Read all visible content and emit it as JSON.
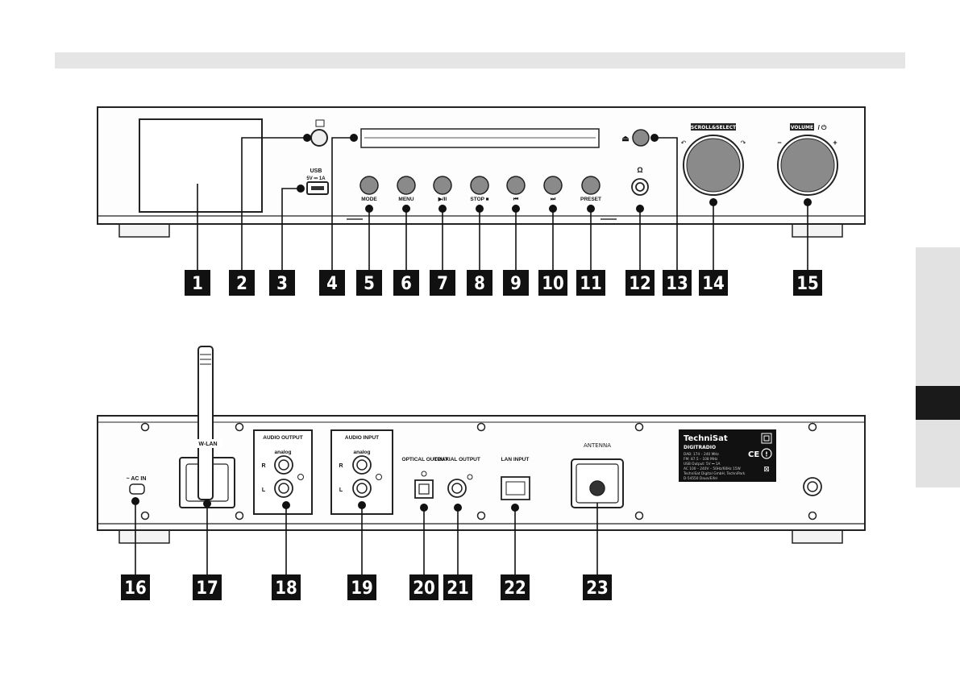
{
  "front_labels": {
    "usb": "USB",
    "usb_rating": "5V ⎓ 1A",
    "mode": "MODE",
    "menu": "MENU",
    "play_pause": "▶/II",
    "stop": "STOP ■",
    "prev": "⏮",
    "next": "⏭",
    "preset": "PRESET",
    "scroll_select": "SCROLL&SELECT",
    "volume": "VOLUME",
    "power_symbol": "/ ⏻",
    "vol_minus": "−",
    "vol_plus": "+",
    "headphone_symbol": "Ω",
    "eject_symbol": "⏏"
  },
  "back_labels": {
    "ac_in": "~ AC IN",
    "wlan": "W-LAN",
    "audio_output": "AUDIO OUTPUT",
    "audio_input": "AUDIO INPUT",
    "analog": "analog",
    "right": "R",
    "left": "L",
    "optical_output": "OPTICAL OUTPUT",
    "coaxial_output": "COAXIAL OUTPUT",
    "lan_input": "LAN INPUT",
    "antenna": "ANTENNA"
  },
  "rating_plate": {
    "brand": "TechniSat",
    "model": "DIGITRADIO",
    "lines": [
      "DAB: 174 – 240 MHz",
      "FM: 87.5 – 108 MHz",
      "USB Output: 5V ⎓ 1A",
      "AC 100 – 240V – 50Hz/60Hz  15W",
      "TechniSat Digital GmbH, TechniPark",
      "D-54550 Daun/Eifel"
    ]
  },
  "callouts_front": [
    "1",
    "2",
    "3",
    "4",
    "5",
    "6",
    "7",
    "8",
    "9",
    "10",
    "11",
    "12",
    "13",
    "14",
    "15"
  ],
  "callouts_back": [
    "16",
    "17",
    "18",
    "19",
    "20",
    "21",
    "22",
    "23"
  ]
}
